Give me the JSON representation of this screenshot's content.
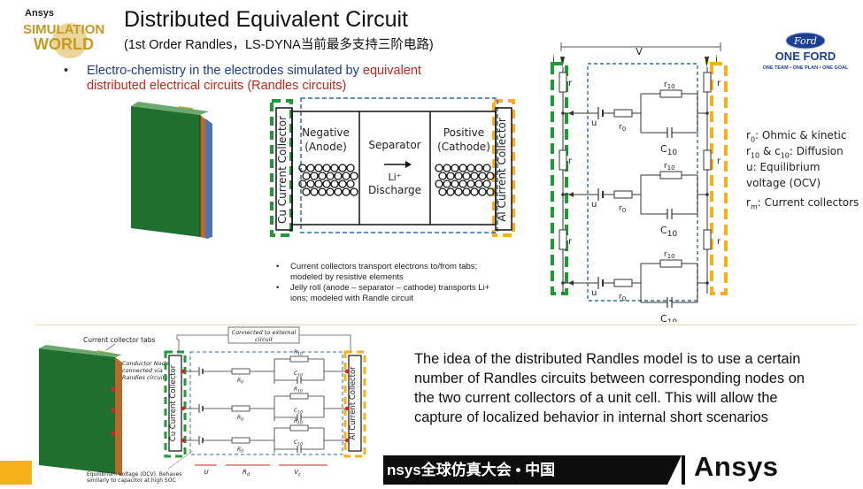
{
  "logos": {
    "sim_world_brand": "Ansys",
    "sim_world_line1": "SIMULATION",
    "sim_world_line2": "WORLD",
    "ford_name": "Ford",
    "ford_tag": "ONE FORD",
    "ford_slogan": "ONE TEAM • ONE PLAN • ONE GOAL",
    "ansys": "Ansys"
  },
  "header": {
    "title": "Distributed Equivalent Circuit",
    "subtitle": "(1st Order Randles，LS-DYNA当前最多支持三阶电路)"
  },
  "bullet": {
    "dot": "•",
    "line1_blue": "Electro-chemistry in the electrodes simulated by ",
    "line1_red": "equivalent",
    "line2_red": "distributed electrical circuits (Randles circuits)"
  },
  "cell_diagram": {
    "left_collector": "Cu Current Collector",
    "right_collector": "Al Current Collector",
    "negative": "Negative",
    "negative_sub": "(Anode)",
    "separator": "Separator",
    "li": "Li⁺",
    "discharge": "Discharge",
    "positive": "Positive",
    "positive_sub": "(Cathode)"
  },
  "cell_notes": [
    {
      "dot": "•",
      "lines": [
        "Current collectors transport electrons to/from tabs;",
        "modeled by resistive elements"
      ]
    },
    {
      "dot": "•",
      "lines": [
        "Jelly roll (anode – separator – cathode) transports Li+",
        "ions; modeled with Randle circuit"
      ]
    }
  ],
  "circuit_labels": {
    "v": "V",
    "i": "i",
    "r": "r",
    "r_sub": "l",
    "rm": "r",
    "rm_sub": "m",
    "u": "u",
    "r0": "r",
    "r0_sub": "0",
    "r10": "r",
    "r10_sub": "10",
    "c10": "C",
    "c10_sub": "10"
  },
  "legend": {
    "l1a": "r",
    "l1sub": "0",
    "l1b": ": Ohmic & kinetic",
    "l2a": "r",
    "l2sub": "10",
    "l2b": " & c",
    "l2sub2": "10",
    "l2c": ": Diffusion",
    "l3": "u: Equilibrium",
    "l4": "voltage (OCV)",
    "l5a": "r",
    "l5sub": "m",
    "l5b": ": Current collectors"
  },
  "bottom_diagram": {
    "tabs": "Current collector tabs",
    "conductor": "Conductor Nodes",
    "conductor2": "connected via",
    "conductor3": "Randles circuits",
    "external1": "Connected to external",
    "external2": "circuit",
    "cu": "Cu Current Collector",
    "al": "Al Current Collector",
    "ocv1": "Equilibrium voltage (OCV). Behaves",
    "ocv2": "similarly to capacitor at high SOC",
    "u": "U",
    "rd": "R",
    "rd_sub": "d",
    "vc": "V",
    "vc_sub": "c",
    "r0": "R",
    "r0_sub": "0",
    "r10": "R",
    "r10_sub": "10",
    "c10": "C",
    "c10_sub": "10"
  },
  "paragraph": [
    "The idea of the distributed Randles model is to use a certain",
    "number of Randles circuits between corresponding nodes on",
    "the two current collectors of a unit cell. This will allow the",
    "capture of localized behavior in internal short scenarios"
  ],
  "footer": {
    "banner": "nsys全球仿真大会 • 中国"
  },
  "colors": {
    "accent_yellow": "#f6b11a",
    "green_dash": "#1e9b34",
    "blue_dash": "#2a6fa8",
    "red": "#c0281d",
    "title_blue": "#1f3b8c"
  }
}
